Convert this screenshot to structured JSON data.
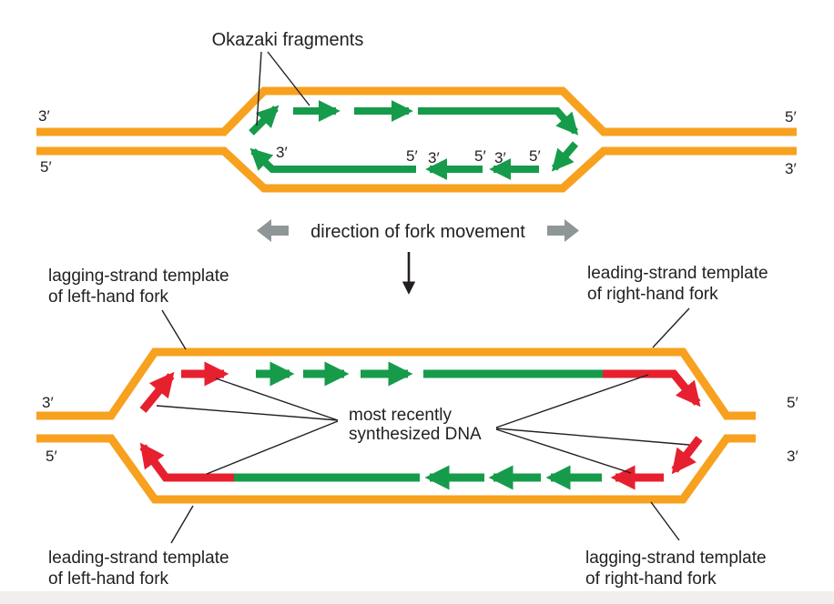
{
  "colors": {
    "background": "#ffffff",
    "template_strand": "#f7a11f",
    "new_strand_green": "#169b4b",
    "new_strand_red": "#e6202f",
    "fork_arrow_gray": "#8f9698",
    "text_color": "#231f20",
    "footer_strip": "#f0efed"
  },
  "top_diagram": {
    "okazaki_label": "Okazaki fragments",
    "left_top_end": "3′",
    "left_bottom_end": "5′",
    "right_top_end": "5′",
    "right_bottom_end": "3′",
    "inner_fork_label": "3′",
    "fragment_end_labels": [
      "5′",
      "3′",
      "5′",
      "3′",
      "5′"
    ]
  },
  "middle": {
    "direction_label": "direction of fork movement"
  },
  "bottom_diagram": {
    "center_label_line1": "most recently",
    "center_label_line2": "synthesized DNA",
    "left_top_end": "3′",
    "left_bottom_end": "5′",
    "right_top_end": "5′",
    "right_bottom_end": "3′",
    "corner_labels": {
      "top_left_line1": "lagging-strand template",
      "top_left_line2": "of left-hand fork",
      "top_right_line1": "leading-strand template",
      "top_right_line2": "of right-hand fork",
      "bottom_left_line1": "leading-strand template",
      "bottom_left_line2": "of left-hand fork",
      "bottom_right_line1": "lagging-strand template",
      "bottom_right_line2": "of right-hand fork"
    }
  }
}
